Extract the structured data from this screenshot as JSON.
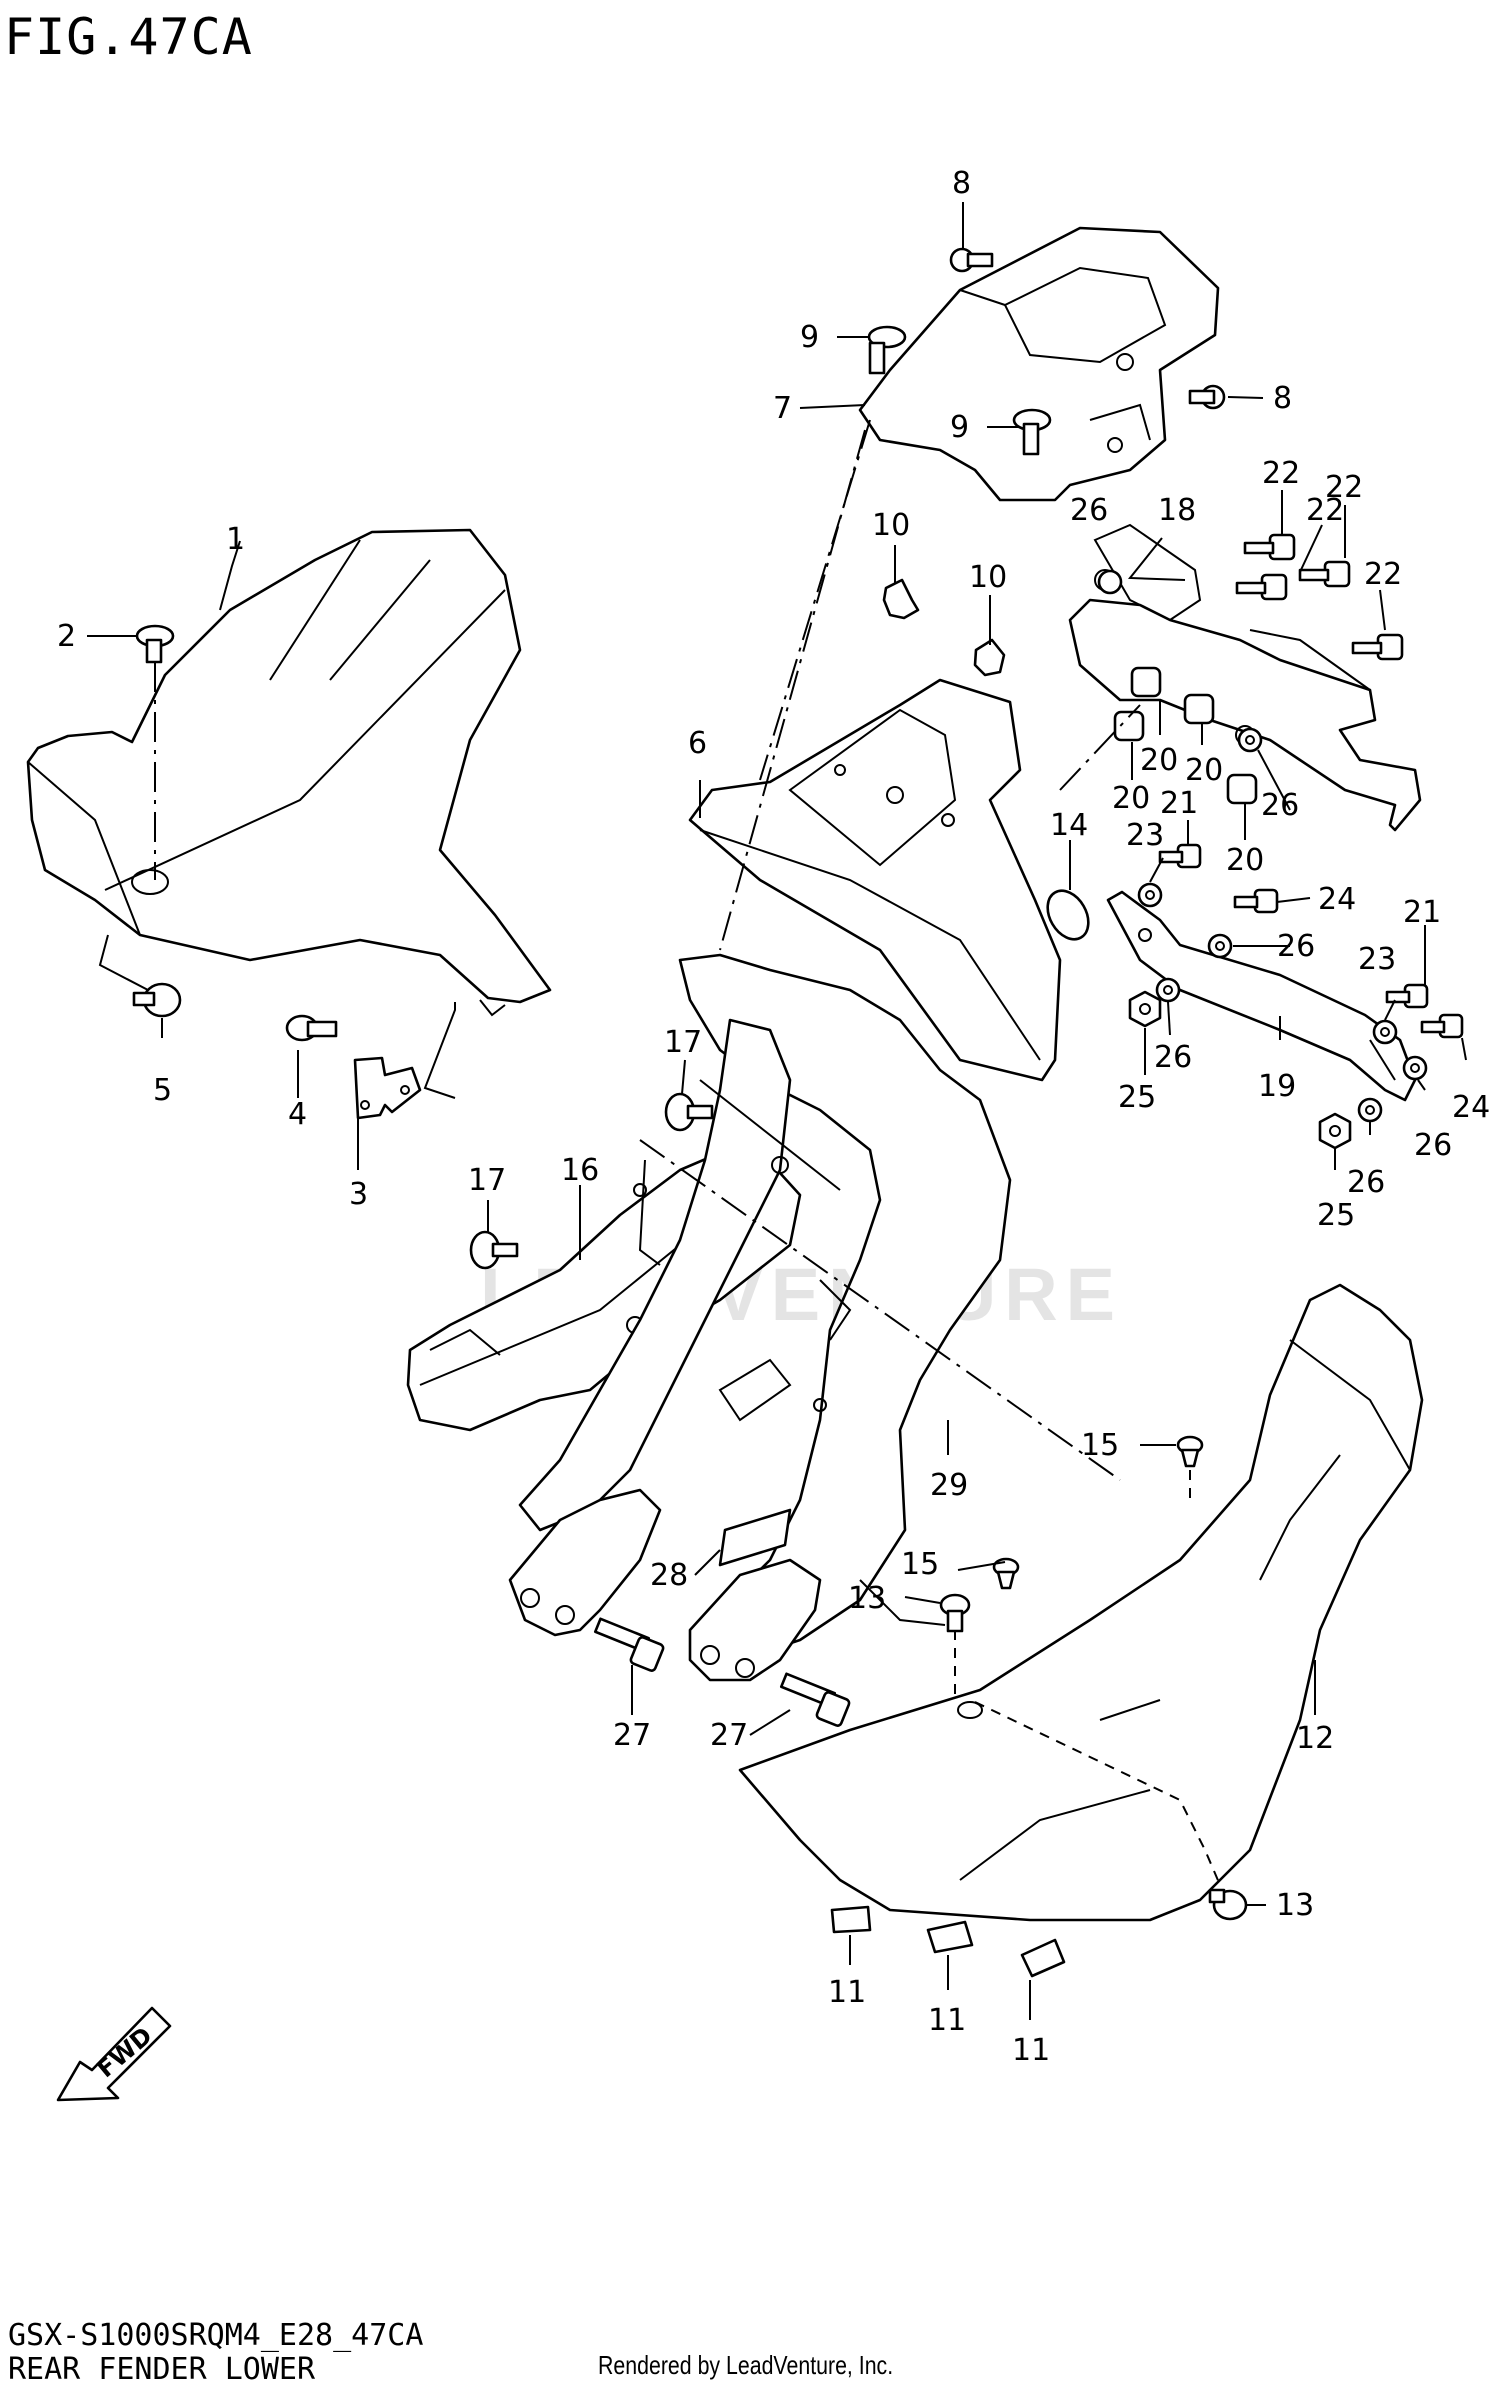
{
  "figure": {
    "title": "FIG.47CA",
    "model_code": "GSX-S1000SRQM4_E28_47CA",
    "section_name": "REAR FENDER LOWER",
    "credit": "Rendered by LeadVenture, Inc.",
    "watermark": "LEADVENTURE",
    "fwd_label": "FWD"
  },
  "callouts": [
    {
      "id": "c1",
      "text": "1"
    },
    {
      "id": "c2",
      "text": "2"
    },
    {
      "id": "c3",
      "text": "3"
    },
    {
      "id": "c4",
      "text": "4"
    },
    {
      "id": "c5",
      "text": "5"
    },
    {
      "id": "c6",
      "text": "6"
    },
    {
      "id": "c7",
      "text": "7"
    },
    {
      "id": "c8a",
      "text": "8"
    },
    {
      "id": "c8b",
      "text": "8"
    },
    {
      "id": "c9a",
      "text": "9"
    },
    {
      "id": "c9b",
      "text": "9"
    },
    {
      "id": "c10a",
      "text": "10"
    },
    {
      "id": "c10b",
      "text": "10"
    },
    {
      "id": "c11a",
      "text": "11"
    },
    {
      "id": "c11b",
      "text": "11"
    },
    {
      "id": "c11c",
      "text": "11"
    },
    {
      "id": "c12",
      "text": "12"
    },
    {
      "id": "c13a",
      "text": "13"
    },
    {
      "id": "c13b",
      "text": "13"
    },
    {
      "id": "c14",
      "text": "14"
    },
    {
      "id": "c15a",
      "text": "15"
    },
    {
      "id": "c15b",
      "text": "15"
    },
    {
      "id": "c16",
      "text": "16"
    },
    {
      "id": "c17a",
      "text": "17"
    },
    {
      "id": "c17b",
      "text": "17"
    },
    {
      "id": "c18",
      "text": "18"
    },
    {
      "id": "c19",
      "text": "19"
    },
    {
      "id": "c20a",
      "text": "20"
    },
    {
      "id": "c20b",
      "text": "20"
    },
    {
      "id": "c20c",
      "text": "20"
    },
    {
      "id": "c20d",
      "text": "20"
    },
    {
      "id": "c21a",
      "text": "21"
    },
    {
      "id": "c21b",
      "text": "21"
    },
    {
      "id": "c22a",
      "text": "22"
    },
    {
      "id": "c22b",
      "text": "22"
    },
    {
      "id": "c22c",
      "text": "22"
    },
    {
      "id": "c22d",
      "text": "22"
    },
    {
      "id": "c23a",
      "text": "23"
    },
    {
      "id": "c23b",
      "text": "23"
    },
    {
      "id": "c24a",
      "text": "24"
    },
    {
      "id": "c24b",
      "text": "24"
    },
    {
      "id": "c25a",
      "text": "25"
    },
    {
      "id": "c25b",
      "text": "25"
    },
    {
      "id": "c26a",
      "text": "26"
    },
    {
      "id": "c26b",
      "text": "26"
    },
    {
      "id": "c26c",
      "text": "26"
    },
    {
      "id": "c26d",
      "text": "26"
    },
    {
      "id": "c26e",
      "text": "26"
    },
    {
      "id": "c26f",
      "text": "26"
    },
    {
      "id": "c27a",
      "text": "27"
    },
    {
      "id": "c27b",
      "text": "27"
    },
    {
      "id": "c28",
      "text": "28"
    },
    {
      "id": "c29",
      "text": "29"
    }
  ]
}
